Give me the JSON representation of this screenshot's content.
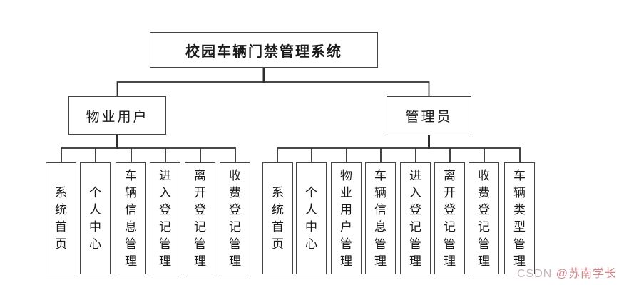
{
  "diagram": {
    "root": "校园车辆门禁管理系统",
    "branches": [
      {
        "label": "物业用户",
        "children": [
          "系统首页",
          "个人中心",
          "车辆信息管理",
          "进入登记管理",
          "离开登记管理",
          "收费登记管理"
        ]
      },
      {
        "label": "管理员",
        "children": [
          "系统首页",
          "个人中心",
          "物业用户管理",
          "车辆信息管理",
          "进入登记管理",
          "离开登记管理",
          "收费登记管理",
          "车辆类型管理"
        ]
      }
    ]
  },
  "watermark": {
    "prefix": "CSDN ",
    "text": "@苏南学长",
    "prefix_color": "#c6b3b6",
    "text_color": "#d5868c"
  },
  "colors": {
    "line": "#2f2f2f",
    "box_border": "#444444",
    "background": "#ffffff"
  }
}
